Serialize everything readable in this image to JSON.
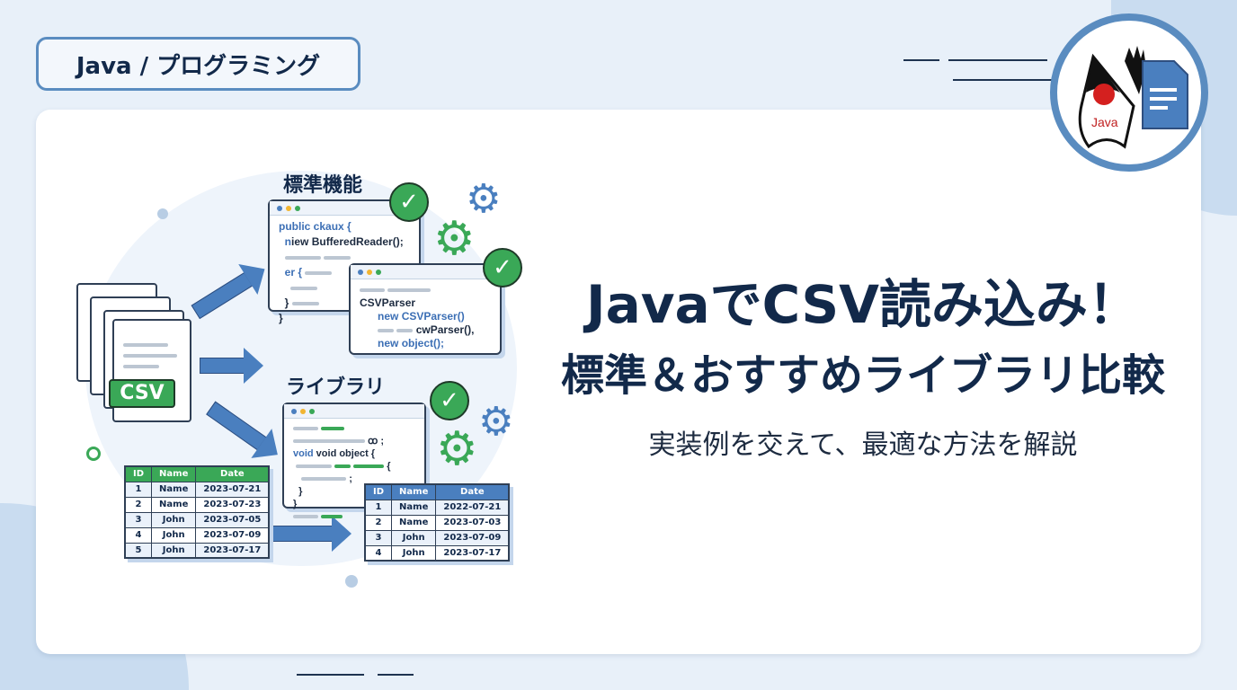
{
  "tag": "Java / プログラミング",
  "headline": {
    "line1": "JavaでCSV読み込み！",
    "line2": "標準＆おすすめライブラリ比較",
    "subtitle": "実装例を交えて、最適な方法を解説"
  },
  "logo": {
    "mascot_text": "Java"
  },
  "diagram": {
    "csv_label": "CSV",
    "standard": {
      "heading": "標準機能",
      "code1": [
        "public ckaux {",
        "niew BufferedReader();",
        "er {",
        "}",
        "}"
      ],
      "code2": [
        "CSVParser",
        "new CSVParser()",
        "cwParser(),",
        "new object();"
      ]
    },
    "library": {
      "heading": "ライブラリ",
      "code": [
        "ꝏ ;",
        "void object {",
        "{",
        ";",
        "}",
        "}"
      ]
    },
    "table_in": {
      "headers": [
        "ID",
        "Name",
        "Date"
      ],
      "rows": [
        [
          "1",
          "Name",
          "2023-07-21"
        ],
        [
          "2",
          "Name",
          "2023-07-23"
        ],
        [
          "3",
          "John",
          "2023-07-05"
        ],
        [
          "4",
          "John",
          "2023-07-09"
        ],
        [
          "5",
          "John",
          "2023-07-17"
        ]
      ]
    },
    "table_out": {
      "headers": [
        "ID",
        "Name",
        "Date"
      ],
      "rows": [
        [
          "1",
          "Name",
          "2022-07-21"
        ],
        [
          "2",
          "Name",
          "2023-07-03"
        ],
        [
          "3",
          "John",
          "2023-07-09"
        ],
        [
          "4",
          "John",
          "2023-07-17"
        ]
      ]
    }
  },
  "colors": {
    "navy": "#12294a",
    "green": "#3aa857",
    "blue": "#4a7fbf",
    "border": "#5a8cc0"
  }
}
